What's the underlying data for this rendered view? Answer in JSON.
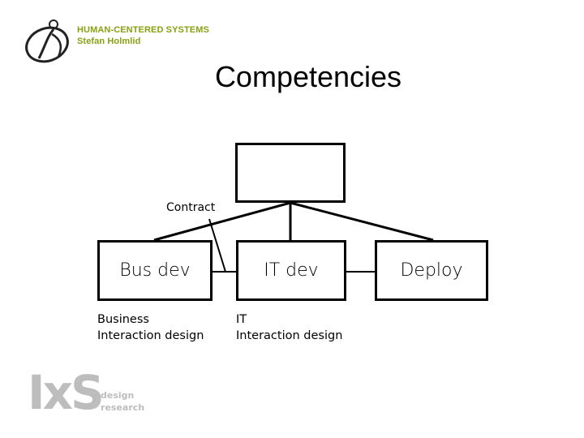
{
  "header": {
    "org": "HUMAN-CENTERED SYSTEMS",
    "author": "Stefan Holmlid"
  },
  "slide": {
    "title": "Competencies"
  },
  "diagram": {
    "top_box_label": "",
    "contract_label": "Contract",
    "boxes": [
      "Bus dev",
      "IT dev",
      "Deploy"
    ],
    "notes": {
      "bus_dev": [
        "Business",
        "Interaction design"
      ],
      "it_dev": [
        "IT",
        "Interaction design"
      ]
    }
  },
  "footer_logo": {
    "mark": "IxS",
    "line1": "design",
    "line2": "research"
  },
  "colors": {
    "header_accent": "#8aa012",
    "logo_gray": "#bdbdbd"
  }
}
